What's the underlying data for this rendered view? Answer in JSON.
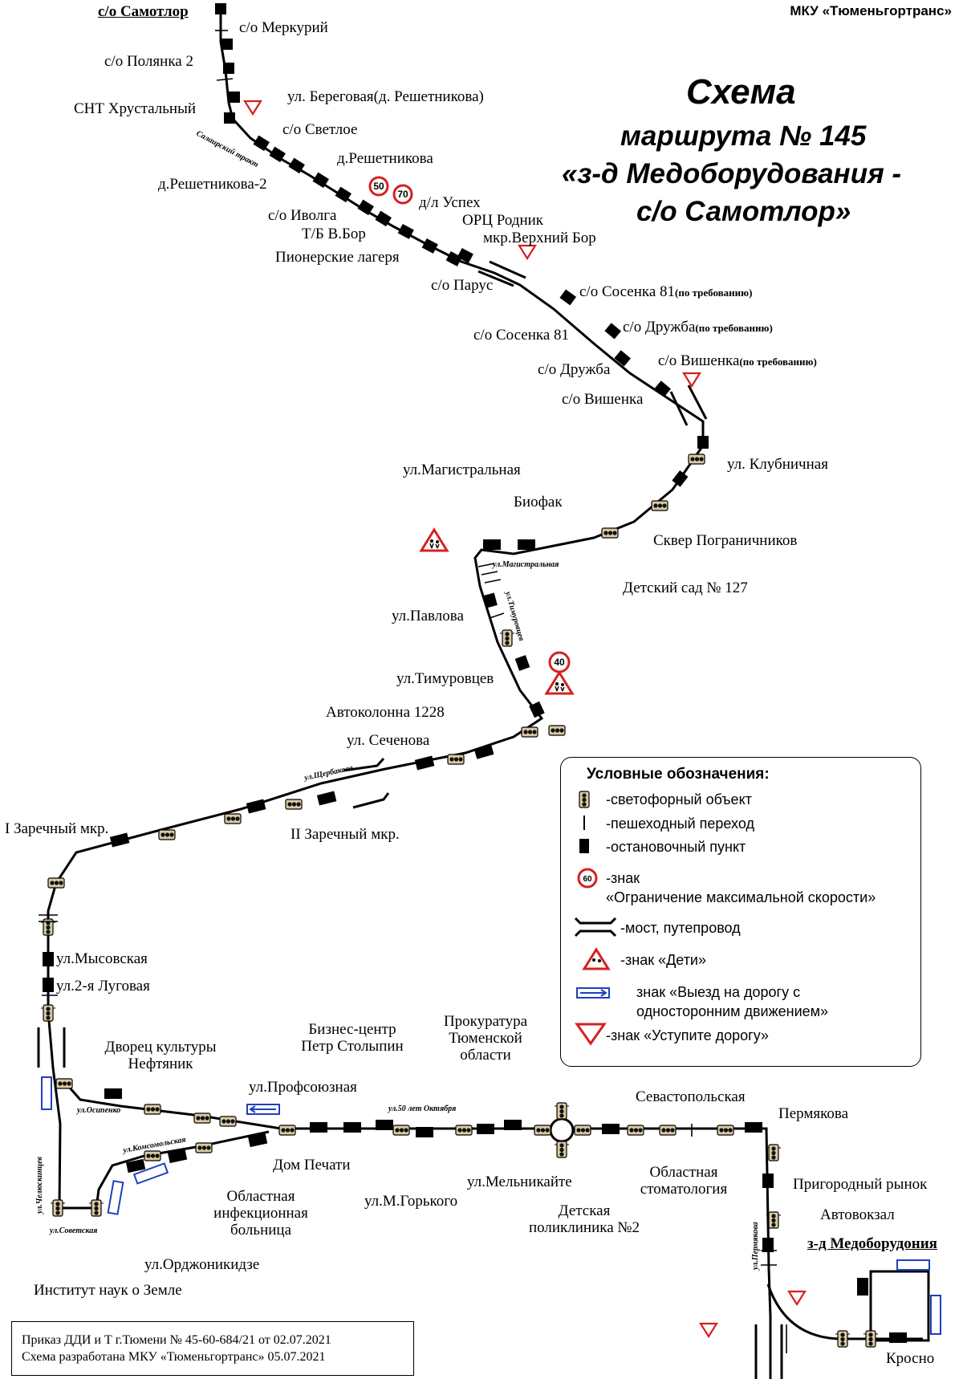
{
  "organization": "МКУ «Тюменьгортранс»",
  "title": {
    "line1": "Схема",
    "line2": "маршрута № 145",
    "line3": "«з-д Медоборудования -",
    "line4": "с/о Самотлор»"
  },
  "stops": {
    "samotlor": "с/о Самотлор",
    "merkuriy": "с/о Меркурий",
    "polyanka2": "с/о Полянка 2",
    "snt_khrustalny": "СНТ Хрустальный",
    "beregovaya": "ул. Береговая(д. Решетникова)",
    "svetloe": "с/о Светлое",
    "reshetnikova": "д.Решетникова",
    "reshetnikova2": "д.Решетникова-2",
    "ivolga": "с/о Иволга",
    "tb_vbor": "Т/Б В.Бор",
    "pionerskie": "Пионерские лагеря",
    "uspekh": "д/л Успех",
    "orc_rodnik": "ОРЦ Родник",
    "verkhniy_bor": "мкр.Верхний Бор",
    "parus": "с/о Парус",
    "sosenka81_req": "с/о Сосенка 81",
    "sosenka81": "с/о Сосенка 81",
    "druzhba_req": "с/о Дружба",
    "druzhba": "с/о Дружба",
    "vishenka_req": "с/о Вишенка",
    "vishenka": "с/о Вишенка",
    "klubnichnaya": "ул. Клубничная",
    "skver": "Сквер Пограничников",
    "detsad127": "Детский сад № 127",
    "biofak": "Биофак",
    "magistralnaya": "ул.Магистральная",
    "pavlova": "ул.Павлова",
    "timurovcev": "ул.Тимуровцев",
    "avtokolonna": "Автоколонна 1228",
    "sechenova": "ул. Сеченова",
    "zarechny2": "II Заречный мкр.",
    "zarechny1": "I Заречный мкр.",
    "mysovskaya": "ул.Мысовская",
    "lugovaya2": "ул.2-я Луговая",
    "dvorec_line1": "Дворец культуры",
    "dvorec_line2": "Нефтяник",
    "profsoyuznaya": "ул.Профсоюзная",
    "biznes_line1": "Бизнес-центр",
    "biznes_line2": "Петр Столыпин",
    "prokuratura_line1": "Прокуратура",
    "prokuratura_line2": "Тюменской",
    "prokuratura_line3": "области",
    "dom_pechati": "Дом Печати",
    "oblast_infek_line1": "Областная",
    "oblast_infek_line2": "инфекционная",
    "oblast_infek_line3": "больница",
    "gorkogo": "ул.М.Горького",
    "melnikayte": "ул.Мельникайте",
    "det_poliklinika_line1": "Детская",
    "det_poliklinika_line2": "поликлиника №2",
    "stomatologiya_line1": "Областная",
    "stomatologiya_line2": "стоматология",
    "sevastopolskaya": "Севастопольская",
    "permyakova": "Пермякова",
    "prigorodny": "Пригородный рынок",
    "avtovokzal": "Автовокзал",
    "zd_medoborudovaniya": "з-д Медоборудония",
    "krosno": "Кросно",
    "ordzhonikidze": "ул.Орджоникидзе",
    "institut": "Институт наук о Земле"
  },
  "on_request": "(по требованию)",
  "streets": {
    "salairsky": "Салаирский тракт",
    "magistralnaya": "ул.Магистральная",
    "timurovcev": "ул.Тимуровцев",
    "scherbakova": "ул.Щербакова",
    "osipenko": "ул.Осипенко",
    "komsomolskaya": "ул.Комсомольская",
    "oktyabrya50": "ул.50 лет Октября",
    "chelyuskintsev": "ул.Челюскинцев",
    "sovetskaya": "ул.Советская",
    "permyakova": "ул.Пермякова"
  },
  "speed_limits": [
    "50",
    "70",
    "40"
  ],
  "legend": {
    "title": "Условные обозначения:",
    "items": [
      {
        "icon": "traffic-light-icon",
        "text": "-светофорный объект"
      },
      {
        "icon": "crosswalk-icon",
        "text": "-пешеходный переход"
      },
      {
        "icon": "bus-stop-icon",
        "text": "-остановочный пункт"
      },
      {
        "icon": "speed-limit-icon",
        "sample": "60",
        "text": "-знак",
        "text2": "«Ограничение максимальной скорости»"
      },
      {
        "icon": "bridge-icon",
        "text": "-мост, путепровод"
      },
      {
        "icon": "children-sign-icon",
        "text": "-знак «Дети»"
      },
      {
        "icon": "one-way-exit-icon",
        "text": "знак «Выезд на дорогу с",
        "text2": "односторонним движением»"
      },
      {
        "icon": "yield-sign-icon",
        "text": "-знак «Уступите дорогу»"
      }
    ]
  },
  "footer": {
    "line1": "Приказ ДДИ и Т г.Тюмени № 45-60-684/21 от 02.07.2021",
    "line2": "Схема разработана МКУ «Тюменьгортранс» 05.07.2021"
  },
  "colors": {
    "line": "#000000",
    "sign_red": "#d62020",
    "arrow_blue": "#1f3fbf",
    "traffic_body": "#d9c9a3"
  }
}
